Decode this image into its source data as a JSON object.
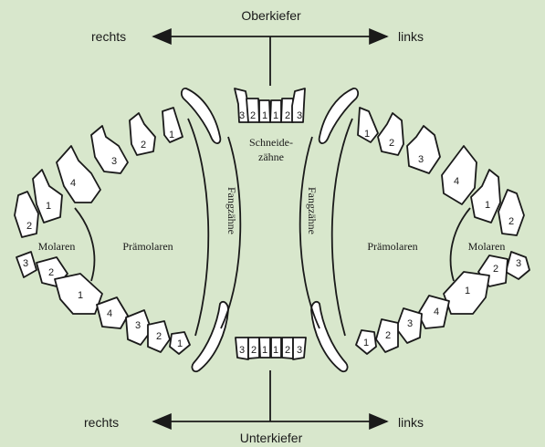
{
  "labels": {
    "top_jaw": "Oberkiefer",
    "bottom_jaw": "Unterkiefer",
    "right_top": "rechts",
    "left_top": "links",
    "right_bottom": "rechts",
    "left_bottom": "links",
    "incisors_line1": "Schneide-",
    "incisors_line2": "zähne",
    "canines_left": "Fangzähne",
    "canines_right": "Fangzähne",
    "premolars_left": "Prämolaren",
    "premolars_right": "Prämolaren",
    "molars_left": "Molaren",
    "molars_right": "Molaren"
  },
  "numbers": {
    "upper_incisors": [
      "3",
      "2",
      "1",
      "1",
      "2",
      "3"
    ],
    "lower_incisors": [
      "3",
      "2",
      "1",
      "1",
      "2",
      "3"
    ],
    "upper_left_premolars": [
      "1",
      "2",
      "3",
      "4"
    ],
    "upper_left_molars": [
      "1",
      "2"
    ],
    "lower_left_premolars": [
      "1",
      "2",
      "3",
      "4"
    ],
    "lower_left_molars": [
      "1",
      "2",
      "3"
    ],
    "upper_right_premolars": [
      "1",
      "2",
      "3",
      "4"
    ],
    "upper_right_molars": [
      "1",
      "2"
    ],
    "lower_right_premolars": [
      "1",
      "2",
      "3",
      "4"
    ],
    "lower_right_molars": [
      "1",
      "2",
      "3"
    ]
  },
  "colors": {
    "background": "#d8e7cc",
    "tooth_fill": "#ffffff",
    "ink": "#1a1a1a"
  }
}
